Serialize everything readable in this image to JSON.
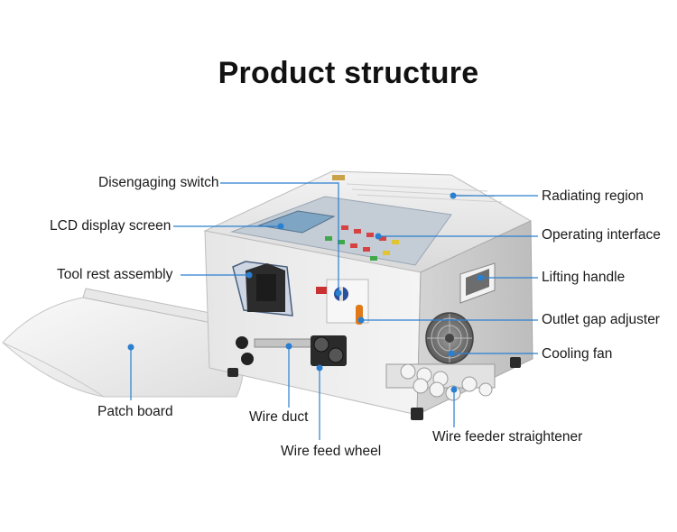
{
  "title": "Product structure",
  "accent_color": "#2a7fd0",
  "labels": {
    "disengaging_switch": "Disengaging switch",
    "lcd_display_screen": "LCD display screen",
    "tool_rest_assembly": "Tool rest assembly",
    "patch_board": "Patch board",
    "wire_duct": "Wire duct",
    "wire_feed_wheel": "Wire feed wheel",
    "radiating_region": "Radiating region",
    "operating_interface": "Operating interface",
    "lifting_handle": "Lifting handle",
    "outlet_gap_adjuster": "Outlet gap adjuster",
    "cooling_fan": "Cooling fan",
    "wire_feeder_straightener": "Wire feeder straightener"
  }
}
